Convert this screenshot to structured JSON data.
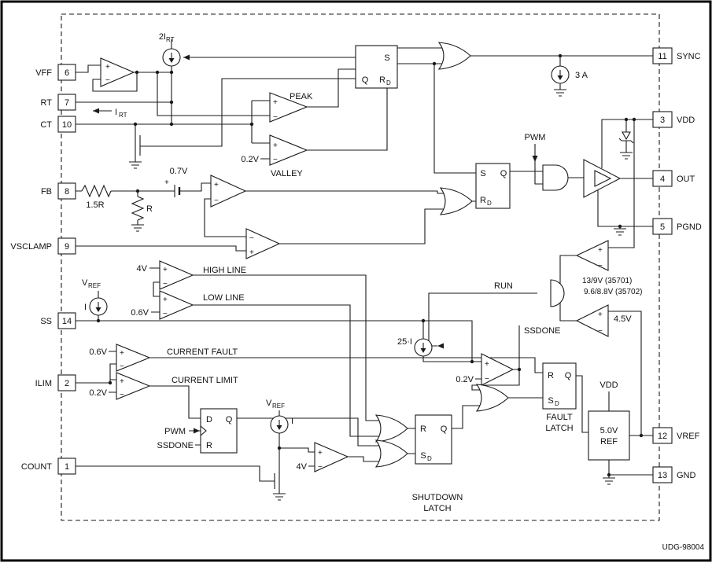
{
  "diagram": {
    "code": "UDG-98004",
    "pins_left": [
      {
        "label": "VFF",
        "num": "6"
      },
      {
        "label": "RT",
        "num": "7"
      },
      {
        "label": "CT",
        "num": "10"
      },
      {
        "label": "FB",
        "num": "8"
      },
      {
        "label": "VSCLAMP",
        "num": "9"
      },
      {
        "label": "SS",
        "num": "14"
      },
      {
        "label": "ILIM",
        "num": "2"
      },
      {
        "label": "COUNT",
        "num": "1"
      }
    ],
    "pins_right": [
      {
        "label": "SYNC",
        "num": "11"
      },
      {
        "label": "VDD",
        "num": "3"
      },
      {
        "label": "OUT",
        "num": "4"
      },
      {
        "label": "PGND",
        "num": "5"
      },
      {
        "label": "VREF",
        "num": "12"
      },
      {
        "label": "GND",
        "num": "13"
      }
    ],
    "labels": {
      "osc_cur_main": "2I",
      "osc_cur_sub": "RT",
      "irt_main": "I",
      "irt_sub": "RT",
      "peak": "PEAK",
      "valley": "VALLEY",
      "valley_ref": "0.2V",
      "offset": "0.7V",
      "r_top": "1.5R",
      "r_bot": "R",
      "high_line": "HIGH LINE",
      "low_line": "LOW LINE",
      "high_ref": "4V",
      "low_ref": "0.6V",
      "vref_v": "V",
      "vref_sub": "REF",
      "cur_i": "I",
      "current_fault": "CURRENT FAULT",
      "current_limit": "CURRENT LIMIT",
      "fault_ref": "0.6V",
      "limit_ref": "0.2V",
      "pwm": "PWM",
      "ssdone": "SSDONE",
      "shutdown_ref": "4V",
      "i25": "25·I",
      "ss_ref": "0.2V",
      "run": "RUN",
      "uvlo1": "13/9V (35701)",
      "uvlo2": "9.6/8.8V (35702)",
      "vref_ok": "4.5V",
      "sync_cur": "3 A",
      "vdd": "VDD",
      "ref1": "5.0V",
      "ref2": "REF",
      "shutdown1": "SHUTDOWN",
      "shutdown2": "LATCH",
      "fault1": "FAULT",
      "fault2": "LATCH",
      "s": "S",
      "q": "Q",
      "r": "R",
      "d": "D",
      "sub_d": "D",
      "plus": "+",
      "minus": "−"
    },
    "colors": {
      "line": "#1a1a1a",
      "background": "#ffffff"
    }
  }
}
